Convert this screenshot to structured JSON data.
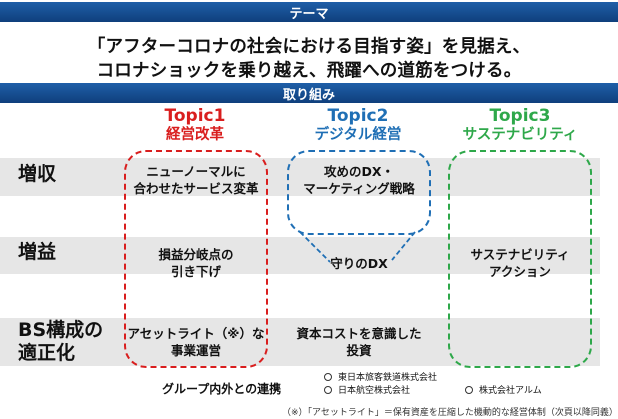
{
  "header": {
    "theme_label": "テーマ",
    "headline_line1": "「アフターコロナの社会における目指す姿」を見据え、",
    "headline_line2": "コロナショックを乗り越え、飛躍への道筋をつける。",
    "actions_label": "取り組み"
  },
  "topics": [
    {
      "title": "Topic1",
      "subtitle": "経営改革",
      "color": "#d91e1e"
    },
    {
      "title": "Topic2",
      "subtitle": "デジタル経営",
      "color": "#1f6fb5"
    },
    {
      "title": "Topic3",
      "subtitle": "サステナビリティ",
      "color": "#2ea84a"
    }
  ],
  "rows": {
    "revenue": "増収",
    "profit": "増益",
    "bs_line1": "BS構成の",
    "bs_line2": "適正化"
  },
  "cells": {
    "revenue_topic1": [
      "ニューノーマルに",
      "合わせたサービス変革"
    ],
    "revenue_topic2": [
      "攻めのDX・",
      "マーケティング戦略"
    ],
    "profit_topic1": [
      "損益分岐点の",
      "引き下げ"
    ],
    "profit_topic2": [
      "守りのDX"
    ],
    "profit_topic3": [
      "サステナビリティ",
      "アクション"
    ],
    "bs_topic1": [
      "アセットライト（※）な",
      "事業運営"
    ],
    "bs_topic2": [
      "資本コストを意識した",
      "投資"
    ]
  },
  "group": {
    "label": "グループ内外との連携",
    "partners": [
      "東日本旅客鉄道株式会社",
      "日本航空株式会社",
      "株式会社アルム"
    ]
  },
  "footnote": "（※）「アセットライト」＝保有資産を圧縮した機動的な経営体制（次頁以降同義）"
}
